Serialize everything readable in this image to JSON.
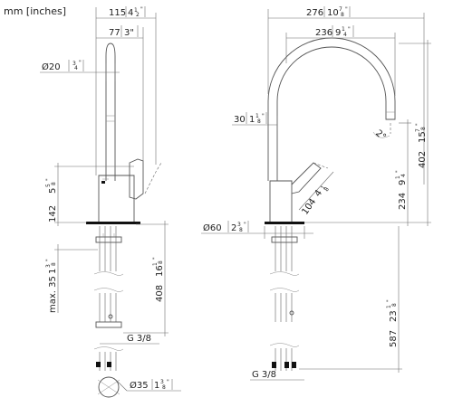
{
  "units_label": "mm [inches]",
  "left_view": {
    "width_115": {
      "mm": "115",
      "in_whole": "4",
      "in_num": "1",
      "in_den": "2"
    },
    "width_77": {
      "mm": "77",
      "in": "3\""
    },
    "diameter_20": {
      "mm": "Ø20",
      "in_num": "3",
      "in_den": "4"
    },
    "height_142": {
      "mm": "142",
      "in_whole": "5",
      "in_num": "5",
      "in_den": "8"
    },
    "max_35": {
      "mm": "max. 35",
      "in_whole": "1",
      "in_num": "3",
      "in_den": "8"
    },
    "height_408": {
      "mm": "408",
      "in_whole": "16",
      "in_num": "1",
      "in_den": "8"
    },
    "thread": "G 3/8",
    "diameter_35": {
      "mm": "Ø35",
      "in_whole": "1",
      "in_num": "3",
      "in_den": "8"
    }
  },
  "right_view": {
    "width_276": {
      "mm": "276",
      "in_whole": "10",
      "in_num": "7",
      "in_den": "8"
    },
    "width_236": {
      "mm": "236",
      "in_whole": "9",
      "in_num": "1",
      "in_den": "4"
    },
    "dim_30": {
      "mm": "30",
      "in_whole": "1",
      "in_num": "1",
      "in_den": "8"
    },
    "angle": "2°",
    "height_402": {
      "mm": "402",
      "in_whole": "15",
      "in_num": "7",
      "in_den": "8"
    },
    "height_234": {
      "mm": "234",
      "in_whole": "9",
      "in_num": "1",
      "in_den": "4"
    },
    "lever_104": {
      "mm": "104",
      "in_whole": "4",
      "in_num": "1",
      "in_den": "8"
    },
    "diameter_60": {
      "mm": "Ø60",
      "in_whole": "2",
      "in_num": "3",
      "in_den": "8"
    },
    "height_587": {
      "mm": "587",
      "in_whole": "23",
      "in_num": "1",
      "in_den": "8"
    },
    "thread": "G 3/8"
  }
}
